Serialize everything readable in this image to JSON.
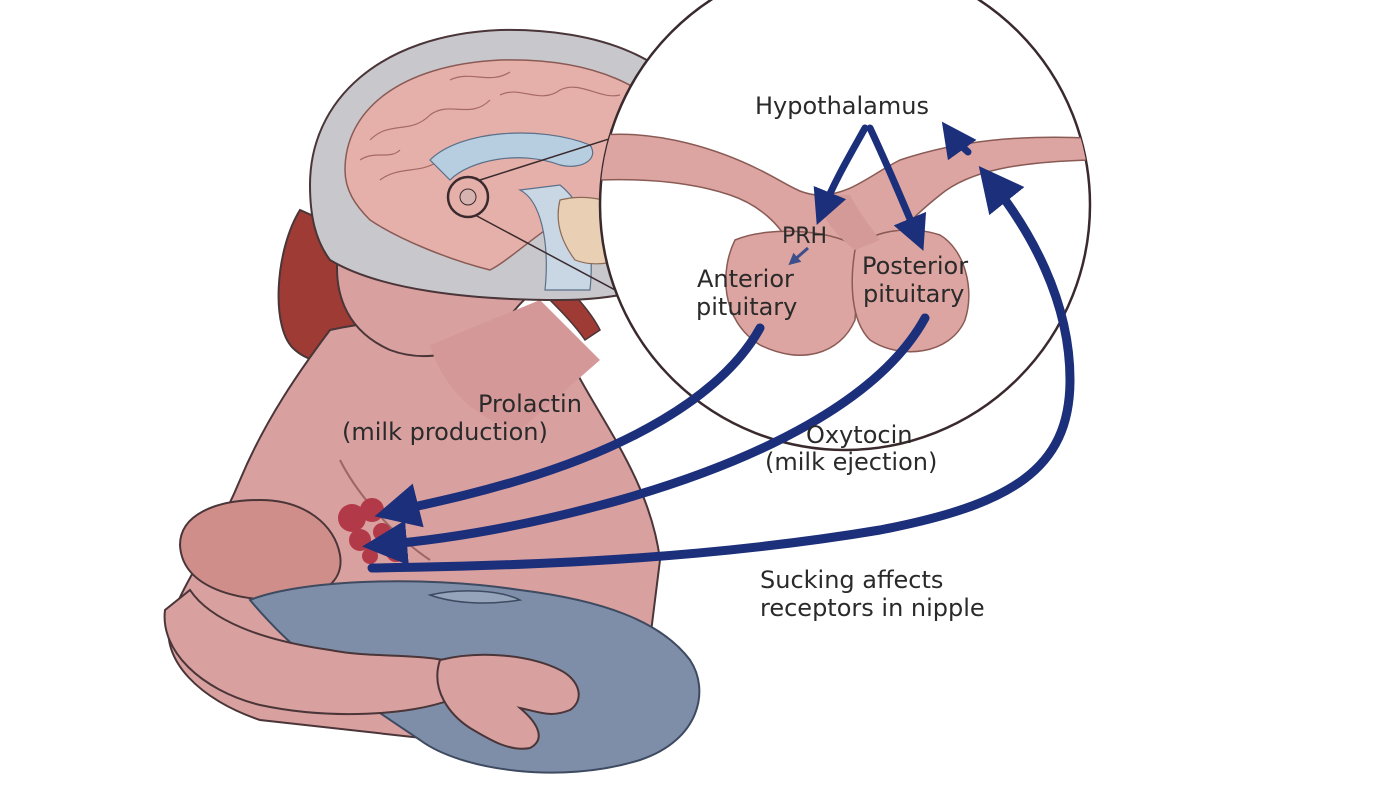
{
  "labels": {
    "hypothalamus": "Hypothalamus",
    "prh": "PRH",
    "anterior_line1": "Anterior",
    "anterior_line2": "pituitary",
    "posterior_line1": "Posterior",
    "posterior_line2": "pituitary",
    "prolactin_line1": "Prolactin",
    "prolactin_line2": "(milk production)",
    "oxytocin_line1": "Oxytocin",
    "oxytocin_line2": "(milk ejection)",
    "sucking_line1": "Sucking affects",
    "sucking_line2": "receptors in nipple"
  },
  "colors": {
    "arrow": "#1c2f7a",
    "skin": "#d9a0a0",
    "skin_dark": "#b87070",
    "hair": "#9e3b35",
    "brain": "#e6b0aa",
    "brain_fluid": "#b7cde0",
    "skull": "#c8c8cc",
    "pituitary": "#dca5a2",
    "baby_wrap": "#7f8ea8",
    "mammary": "#b23a48",
    "outline": "#4a3538"
  }
}
